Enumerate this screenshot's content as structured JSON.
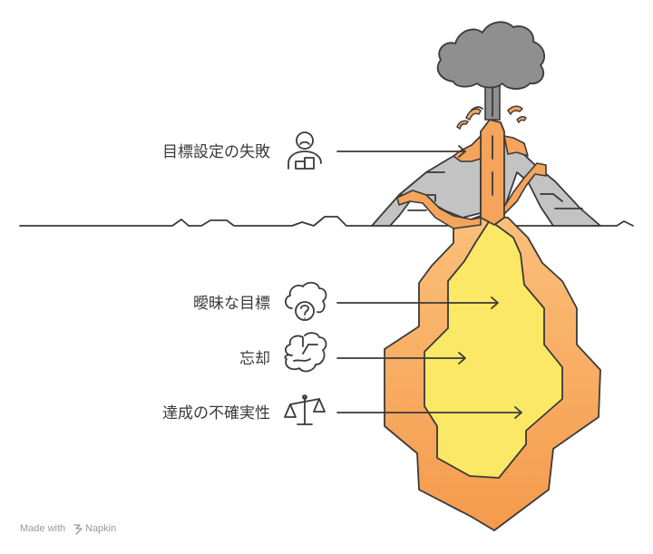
{
  "labels": {
    "goal_failure": "目標設定の失敗",
    "vague_goals": "曖昧な目標",
    "forgetting": "忘却",
    "uncertainty": "達成の不確実性"
  },
  "footer": {
    "made_with": "Made with",
    "brand": "Napkin"
  },
  "icons": {
    "goal_failure": "person-desk-icon",
    "vague_goals": "cloud-question-icon",
    "forgetting": "brain-icon",
    "uncertainty": "balance-scale-icon"
  },
  "colors": {
    "outline": "#3a3a3a",
    "rock": "#c3c3c3",
    "smoke": "#8f8f8f",
    "lava_outer": "#f5a45c",
    "lava_inner": "#fbe866"
  }
}
